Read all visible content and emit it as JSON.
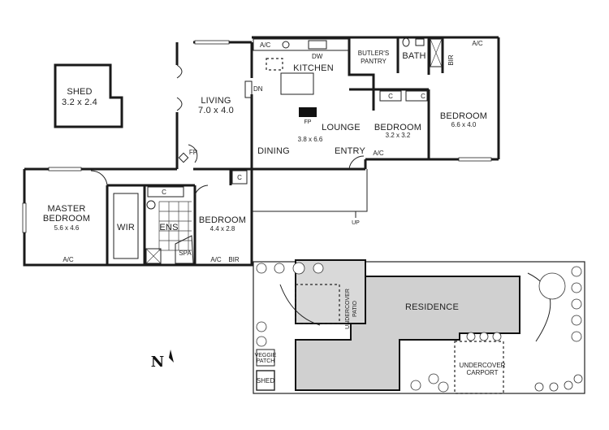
{
  "floorplan": {
    "rooms": {
      "shed": {
        "name": "SHED",
        "size": "3.2 x 2.4"
      },
      "living": {
        "name": "LIVING",
        "size": "7.0 x 4.0"
      },
      "kitchen": {
        "name": "KITCHEN"
      },
      "butlers_pantry": {
        "name_line1": "BUTLER'S",
        "name_line2": "PANTRY"
      },
      "bath": {
        "name": "BATH"
      },
      "lounge": {
        "name": "LOUNGE",
        "size": "3.8 x 6.6"
      },
      "dining": {
        "name": "DINING"
      },
      "entry": {
        "name": "ENTRY"
      },
      "bedroom_small": {
        "name": "BEDROOM",
        "size": "3.2 x 3.2"
      },
      "bedroom_large": {
        "name": "BEDROOM",
        "size": "6.6 x 4.0"
      },
      "master_bedroom": {
        "name_line1": "MASTER",
        "name_line2": "BEDROOM",
        "size": "5.6 x 4.6"
      },
      "wir": {
        "name": "WIR"
      },
      "ens": {
        "name": "ENS"
      },
      "spa": {
        "name": "SPA"
      },
      "bedroom_3": {
        "name": "BEDROOM",
        "size": "4.4 x 2.8"
      }
    },
    "fixtures": {
      "ac": "A/C",
      "dw": "DW",
      "dn": "DN",
      "fp": "FP",
      "bir": "BIR",
      "c": "C",
      "up": "UP"
    }
  },
  "siteplan": {
    "residence": "RESIDENCE",
    "undercover_patio_line1": "UNDERCOVER",
    "undercover_patio_line2": "PATIO",
    "undercover_carport_line1": "UNDERCOVER",
    "undercover_carport_line2": "CARPORT",
    "veggie_patch_line1": "VEGGIE",
    "veggie_patch_line2": "PATCH",
    "shed": "SHED"
  },
  "compass": {
    "label": "N"
  }
}
